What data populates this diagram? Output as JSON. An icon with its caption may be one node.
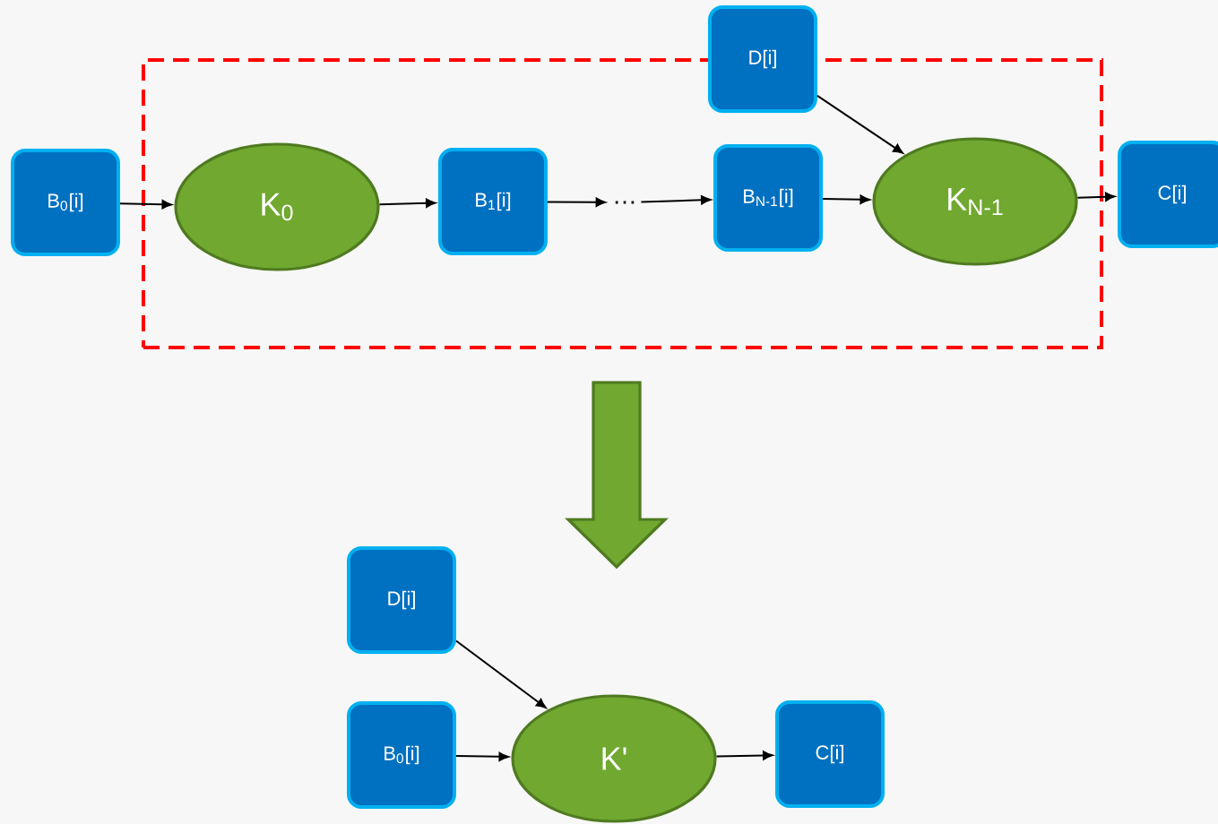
{
  "diagram": {
    "nodes": [
      {
        "text": [],
        "shape": "box"
      },
      {
        "text": [
          "D[i]"
        ]
      },
      {
        "text": [
          "B$_{0}$[i]"
        ]
      },
      {
        "text": [
          "K$_{0}$"
        ],
        "in": 0
      },
      {
        "text": [
          "B$_{1}$[i]"
        ],
        "in": 0
      },
      {
        "text": [
          "…"
        ],
        "in": 0
      },
      {
        "text": [
          "B$_{N-1}$[i]"
        ],
        "in": 0
      },
      {
        "text": [
          "K$_{N-1}$"
        ],
        "in": 0
      },
      {
        "text": [
          "C[i]"
        ]
      },
      {
        "text": [
          "D[i]"
        ]
      },
      {
        "text": [
          "B$_{0}$[i]"
        ]
      },
      {
        "text": [
          "K'"
        ]
      },
      {
        "text": [
          "C[i]"
        ]
      }
    ],
    "edges": [
      {
        "from": 2,
        "to": 3,
        "arrow": "to"
      },
      {
        "from": 3,
        "to": 4,
        "arrow": "to"
      },
      {
        "from": 4,
        "to": 5,
        "arrow": "to"
      },
      {
        "from": 5,
        "to": 6,
        "arrow": "to"
      },
      {
        "from": 6,
        "to": 7,
        "arrow": "to"
      },
      {
        "from": 1,
        "to": 7,
        "arrow": "to"
      },
      {
        "from": 7,
        "to": 8,
        "arrow": "to"
      },
      {
        "from": 9,
        "to": 11,
        "arrow": "to"
      },
      {
        "from": 10,
        "to": 11,
        "arrow": "to"
      },
      {
        "from": 11,
        "to": 12,
        "arrow": "to"
      }
    ]
  }
}
